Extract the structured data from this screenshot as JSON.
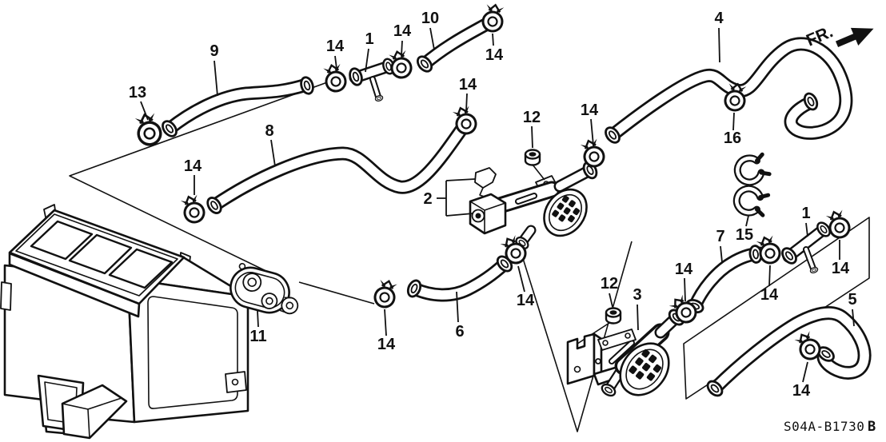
{
  "colors": {
    "ink": "#111111",
    "background": "#ffffff"
  },
  "parts": {
    "pipe1": "1",
    "valve_assy2": "2",
    "valve3": "3",
    "hose4": "4",
    "hose5": "5",
    "hose6": "6",
    "hose7": "7",
    "hose8": "8",
    "hose9": "9",
    "hose10": "10",
    "grommet_plate11": "11",
    "grommet12": "12",
    "clamp13": "13",
    "clamp14": "14",
    "spring_clamp15": "15",
    "clamp16": "16"
  },
  "annotations": {
    "front_direction": "FR.",
    "diagram_code": "S04A-B1730",
    "diagram_code_suffix": "B"
  }
}
